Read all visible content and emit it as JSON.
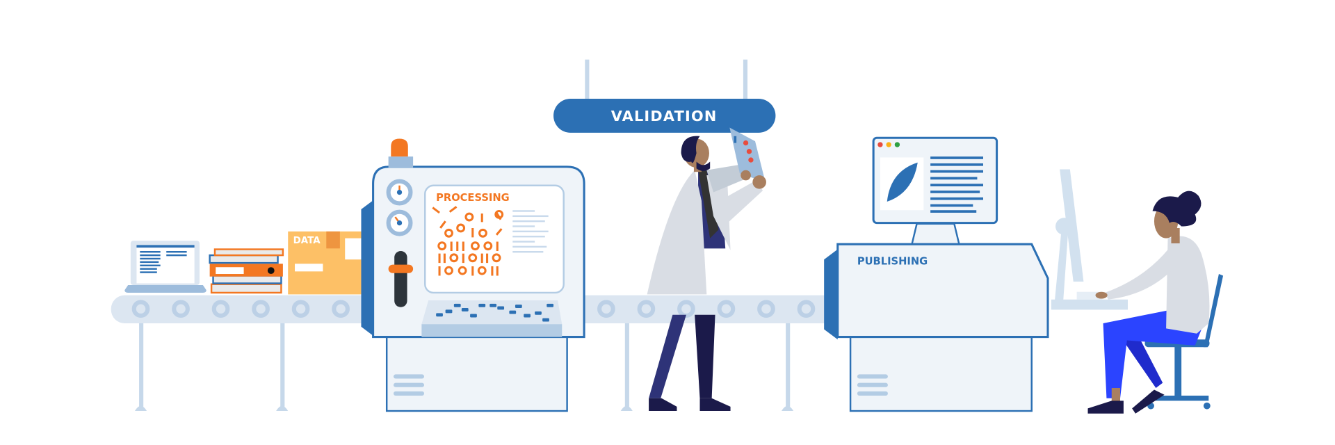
{
  "labels": {
    "validation": "VALIDATION",
    "processing": "PROCESSING",
    "publishing": "PUBLISHING",
    "data_box": "DATA"
  },
  "colors": {
    "brand_blue": "#2c70b4",
    "accent_orange": "#f37721",
    "box_yellow": "#fdc066",
    "light_blue": "#dce6f1",
    "panel": "#eff4f9",
    "navy": "#1b1a4a",
    "pants_blue": "#2b44ff"
  }
}
